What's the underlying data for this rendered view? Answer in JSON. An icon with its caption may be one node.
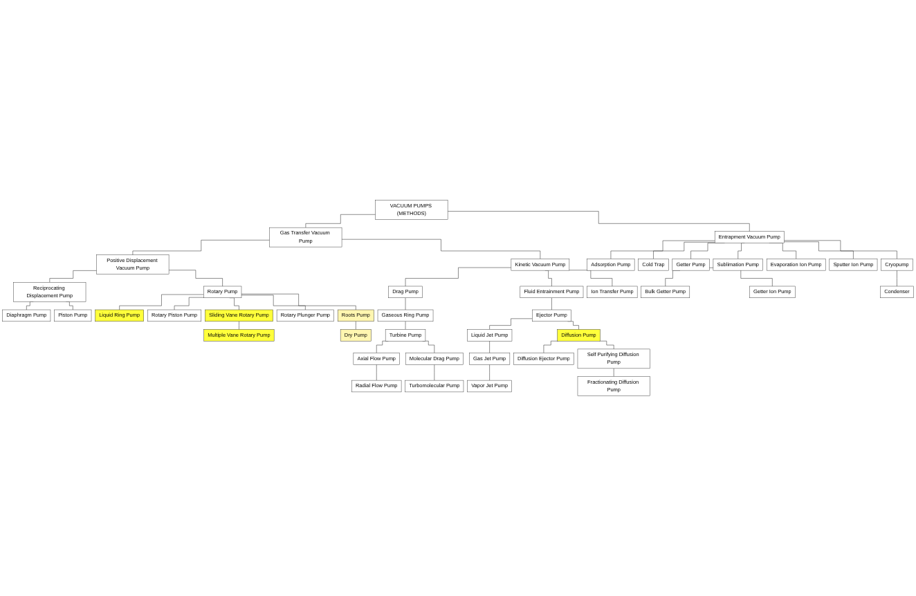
{
  "diagram": {
    "nodes": [
      {
        "text": [
          "VACUUM PUMPS (METHODS)"
        ]
      },
      {
        "text": [
          "Gas Transfer Vacuum Pump"
        ]
      },
      {
        "text": [
          "Entrapment Vacuum Pump"
        ]
      },
      {
        "text": [
          "Positive Displacement Vacuum Pump"
        ]
      },
      {
        "text": [
          "Kinetic Vacuum Pump"
        ]
      },
      {
        "text": [
          "Adsorption Pump"
        ]
      },
      {
        "text": [
          "Reciprocating Displacement Pump"
        ]
      },
      {
        "text": [
          "Rotary Pump"
        ]
      },
      {
        "text": [
          "Drag Pump"
        ]
      },
      {
        "text": [
          "Fluid Entrainment Pump"
        ]
      },
      {
        "text": [
          "Ion Transfer Pump"
        ]
      },
      {
        "text": [
          "Cold Trap"
        ]
      },
      {
        "text": [
          "Diaphragm Pump"
        ]
      },
      {
        "text": [
          "Liquid Ring Pump"
        ]
      },
      {
        "text": [
          "Gaseous Ring Pump"
        ]
      },
      {
        "text": [
          "Ejector Pump"
        ]
      },
      {
        "text": [
          "Bulk Getter Pump"
        ]
      },
      {
        "text": [
          "Getter Pump"
        ]
      },
      {
        "text": [
          "Piston Pump"
        ]
      },
      {
        "text": [
          "Rotary Piston Pump"
        ]
      },
      {
        "text": [
          "Turbine Pump"
        ]
      },
      {
        "text": [
          "Liquid Jet Pump"
        ]
      },
      {
        "text": [
          "Diffusion Pump"
        ]
      },
      {
        "text": [
          "Getter Ion Pump"
        ]
      },
      {
        "text": [
          "Sublimation Pump"
        ]
      },
      {
        "text": [
          "Multiple Vane Rotary Pump"
        ]
      },
      {
        "text": [
          "Sliding Vane Rotary Pump"
        ]
      },
      {
        "text": [
          "Axial Flow Pump"
        ]
      },
      {
        "text": [
          "Gas Jet Pump"
        ]
      },
      {
        "text": [
          "Diffusion Ejector Pump"
        ]
      },
      {
        "text": [
          "Self Purifying Diffusion Pump"
        ]
      },
      {
        "text": [
          "Evaporation Ion Pump"
        ]
      },
      {
        "text": [
          "Rotary Plunger Pump"
        ]
      },
      {
        "text": [
          "Radial Flow Pump"
        ]
      },
      {
        "text": [
          "Vapor Jet Pump"
        ]
      },
      {
        "text": [
          "Fractionating Diffusion Pump"
        ]
      },
      {
        "text": [
          "Sputter Ion Pump"
        ]
      },
      {
        "text": [
          "Dry Pump"
        ]
      },
      {
        "text": [
          "Roots Pump"
        ]
      },
      {
        "text": [
          "Molecular Drag Pump"
        ]
      },
      {
        "text": [
          "Cryopump"
        ]
      },
      {
        "text": [
          "Turbomolecular Pump"
        ]
      },
      {
        "text": [
          "Condenser"
        ]
      }
    ],
    "edges": [
      {
        "from": 0,
        "to": 1,
        "arrow": "none"
      },
      {
        "from": 0,
        "to": 2,
        "arrow": "none"
      },
      {
        "from": 1,
        "to": 3,
        "arrow": "none"
      },
      {
        "from": 1,
        "to": 4,
        "arrow": "none"
      },
      {
        "from": 3,
        "to": 6,
        "arrow": "none"
      },
      {
        "from": 3,
        "to": 7,
        "arrow": "none"
      },
      {
        "from": 4,
        "to": 8,
        "arrow": "none"
      },
      {
        "from": 4,
        "to": 9,
        "arrow": "none"
      },
      {
        "from": 4,
        "to": 10,
        "arrow": "none"
      },
      {
        "from": 2,
        "to": 5,
        "arrow": "none"
      },
      {
        "from": 2,
        "to": 11,
        "arrow": "none"
      },
      {
        "from": 2,
        "to": 17,
        "arrow": "none"
      },
      {
        "from": 2,
        "to": 24,
        "arrow": "none"
      },
      {
        "from": 2,
        "to": 31,
        "arrow": "none"
      },
      {
        "from": 2,
        "to": 36,
        "arrow": "none"
      },
      {
        "from": 2,
        "to": 40,
        "arrow": "none"
      },
      {
        "from": 40,
        "to": 42,
        "arrow": "none"
      },
      {
        "from": 17,
        "to": 16,
        "arrow": "none"
      },
      {
        "from": 17,
        "to": 23,
        "arrow": "none"
      },
      {
        "from": 6,
        "to": 12,
        "arrow": "none"
      },
      {
        "from": 6,
        "to": 18,
        "arrow": "none"
      },
      {
        "from": 7,
        "to": 13,
        "arrow": "none"
      },
      {
        "from": 7,
        "to": 19,
        "arrow": "none"
      },
      {
        "from": 7,
        "to": 26,
        "arrow": "none"
      },
      {
        "from": 7,
        "to": 32,
        "arrow": "none"
      },
      {
        "from": 7,
        "to": 38,
        "arrow": "none"
      },
      {
        "from": 26,
        "to": 25,
        "arrow": "none"
      },
      {
        "from": 38,
        "to": 37,
        "arrow": "none"
      },
      {
        "from": 8,
        "to": 14,
        "arrow": "none"
      },
      {
        "from": 14,
        "to": 20,
        "arrow": "none"
      },
      {
        "from": 20,
        "to": 27,
        "arrow": "none"
      },
      {
        "from": 20,
        "to": 39,
        "arrow": "none"
      },
      {
        "from": 27,
        "to": 33,
        "arrow": "none"
      },
      {
        "from": 39,
        "to": 41,
        "arrow": "none"
      },
      {
        "from": 9,
        "to": 15,
        "arrow": "none"
      },
      {
        "from": 15,
        "to": 21,
        "arrow": "none"
      },
      {
        "from": 15,
        "to": 22,
        "arrow": "none"
      },
      {
        "from": 21,
        "to": 28,
        "arrow": "none"
      },
      {
        "from": 28,
        "to": 34,
        "arrow": "none"
      },
      {
        "from": 22,
        "to": 29,
        "arrow": "none"
      },
      {
        "from": 22,
        "to": 30,
        "arrow": "none"
      },
      {
        "from": 30,
        "to": 35,
        "arrow": "none"
      }
    ]
  }
}
